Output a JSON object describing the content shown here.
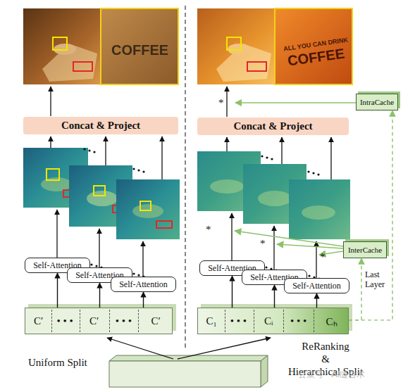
{
  "diagram": {
    "nodes": [
      {
        "text": [
          "Concat & Project"
        ]
      },
      {
        "text": [
          "Self-Attention"
        ]
      },
      {
        "text": [
          "Self-Attention"
        ]
      },
      {
        "text": [
          "Self-Attention"
        ]
      },
      {
        "text": [
          "C′",
          "• • •",
          "C′",
          "• • •",
          "C′"
        ]
      },
      {
        "text": [
          "Concat & Project"
        ]
      },
      {
        "text": [
          "Self-Attention"
        ]
      },
      {
        "text": [
          "Self-Attention"
        ]
      },
      {
        "text": [
          "Self-Attention"
        ]
      },
      {
        "text": [
          "C₁",
          "• • •",
          "Cᵢ",
          "• • •",
          "Cₕ"
        ]
      },
      {
        "text": [
          "IntraCache"
        ]
      },
      {
        "text": [
          "InterCache"
        ]
      }
    ],
    "edges": [
      {
        "from": 4,
        "to": 1,
        "arrow": "to"
      },
      {
        "from": 4,
        "to": 2,
        "arrow": "to"
      },
      {
        "from": 4,
        "to": 3,
        "arrow": "to"
      },
      {
        "from": 9,
        "to": 6,
        "arrow": "to"
      },
      {
        "from": 9,
        "to": 7,
        "arrow": "to"
      },
      {
        "from": 9,
        "to": 8,
        "arrow": "to"
      },
      {
        "from": 9,
        "to": 10,
        "arrow": "to"
      },
      {
        "from": 9,
        "to": 11,
        "label": "Last Layer",
        "arrow": "to"
      }
    ],
    "labels": [
      "Uniform Split",
      "ReRanking",
      "&",
      "Hierarchical Split",
      "*",
      "*",
      "*",
      "*",
      "公众号 · AI缝合术",
      "COFFEE",
      "ALL YOU CAN DRINK",
      "COFFEE"
    ]
  }
}
